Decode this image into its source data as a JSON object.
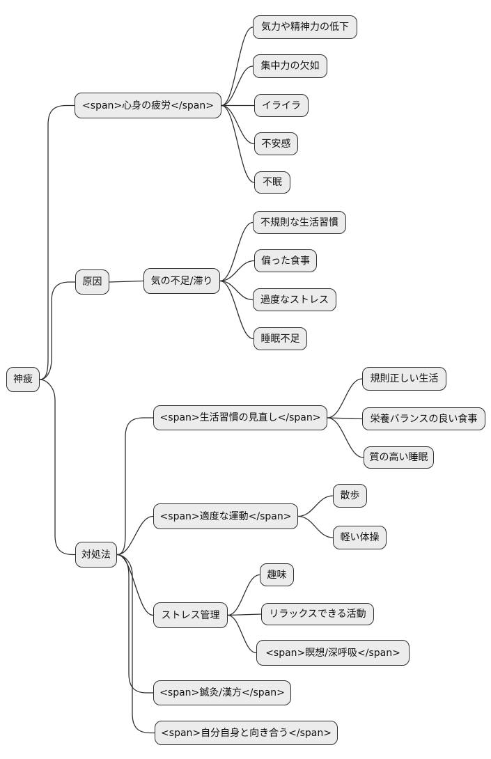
{
  "diagram": {
    "type": "mindmap",
    "background_color": "#ffffff",
    "node_fill_color": "#ececec",
    "node_border_color": "#2e2e2e",
    "edge_color": "#2e2e2e",
    "text_color": "#111111",
    "root_label": "神疲",
    "nodes": [
      {
        "id": "root",
        "label": "神疲"
      },
      {
        "id": "shinshin",
        "label": "<span>心身の疲労</span>"
      },
      {
        "id": "kiryoku",
        "label": "気力や精神力の低下"
      },
      {
        "id": "shuchu",
        "label": "集中力の欠如"
      },
      {
        "id": "iraira",
        "label": "イライラ"
      },
      {
        "id": "fuan",
        "label": "不安感"
      },
      {
        "id": "fumin",
        "label": "不眠"
      },
      {
        "id": "genin",
        "label": "原因"
      },
      {
        "id": "kifusoku",
        "label": "気の不足/滞り"
      },
      {
        "id": "fukisoku",
        "label": "不規則な生活習慣"
      },
      {
        "id": "henshoku",
        "label": "偏った食事"
      },
      {
        "id": "kado",
        "label": "過度なストレス"
      },
      {
        "id": "suimin",
        "label": "睡眠不足"
      },
      {
        "id": "taisho",
        "label": "対処法"
      },
      {
        "id": "seikatsu",
        "label": "<span>生活習慣の見直し</span>"
      },
      {
        "id": "kisoku",
        "label": "規則正しい生活"
      },
      {
        "id": "eiyo",
        "label": "栄養バランスの良い食事"
      },
      {
        "id": "shitsu",
        "label": "質の高い睡眠"
      },
      {
        "id": "tekido",
        "label": "<span>適度な運動</span>"
      },
      {
        "id": "sanpo",
        "label": "散歩"
      },
      {
        "id": "taiso",
        "label": "軽い体操"
      },
      {
        "id": "stress",
        "label": "ストレス管理"
      },
      {
        "id": "shumi",
        "label": "趣味"
      },
      {
        "id": "relax",
        "label": "リラックスできる活動"
      },
      {
        "id": "meiso",
        "label": "<span>瞑想/深呼吸</span>"
      },
      {
        "id": "shinkyu",
        "label": "<span>鍼灸/漢方</span>"
      },
      {
        "id": "jibun",
        "label": "<span>自分自身と向き合う</span>"
      }
    ],
    "edges": [
      {
        "from": "root",
        "to": "shinshin"
      },
      {
        "from": "root",
        "to": "genin"
      },
      {
        "from": "root",
        "to": "taisho"
      },
      {
        "from": "shinshin",
        "to": "kiryoku"
      },
      {
        "from": "shinshin",
        "to": "shuchu"
      },
      {
        "from": "shinshin",
        "to": "iraira"
      },
      {
        "from": "shinshin",
        "to": "fuan"
      },
      {
        "from": "shinshin",
        "to": "fumin"
      },
      {
        "from": "genin",
        "to": "kifusoku"
      },
      {
        "from": "kifusoku",
        "to": "fukisoku"
      },
      {
        "from": "kifusoku",
        "to": "henshoku"
      },
      {
        "from": "kifusoku",
        "to": "kado"
      },
      {
        "from": "kifusoku",
        "to": "suimin"
      },
      {
        "from": "taisho",
        "to": "seikatsu"
      },
      {
        "from": "taisho",
        "to": "tekido"
      },
      {
        "from": "taisho",
        "to": "stress"
      },
      {
        "from": "taisho",
        "to": "shinkyu"
      },
      {
        "from": "taisho",
        "to": "jibun"
      },
      {
        "from": "seikatsu",
        "to": "kisoku"
      },
      {
        "from": "seikatsu",
        "to": "eiyo"
      },
      {
        "from": "seikatsu",
        "to": "shitsu"
      },
      {
        "from": "tekido",
        "to": "sanpo"
      },
      {
        "from": "tekido",
        "to": "taiso"
      },
      {
        "from": "stress",
        "to": "shumi"
      },
      {
        "from": "stress",
        "to": "relax"
      },
      {
        "from": "stress",
        "to": "meiso"
      }
    ]
  }
}
